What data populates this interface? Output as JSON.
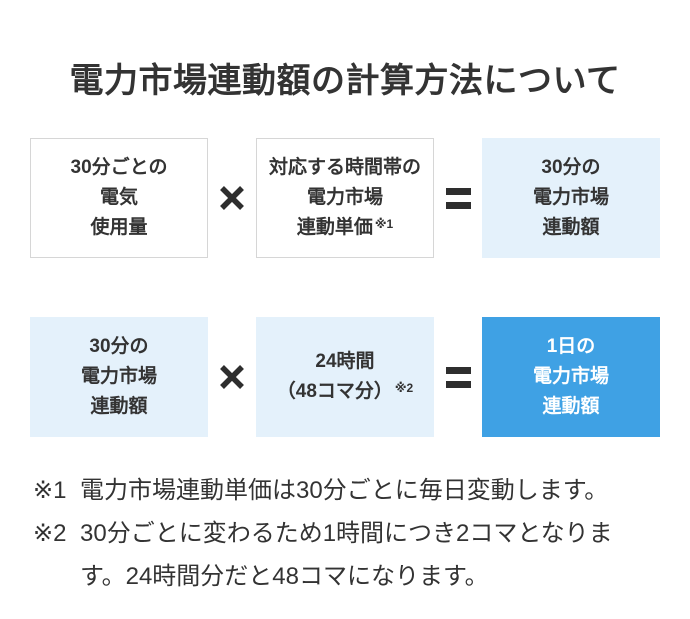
{
  "title": "電力市場連動額の計算方法について",
  "colors": {
    "accent_blue": "#3fa1e4",
    "light_blue": "#e4f1fb",
    "box_border": "#d6d6d6",
    "text": "#333333",
    "result_text": "#ffffff"
  },
  "operators": {
    "multiply": "×",
    "equals": "="
  },
  "formula_rows": [
    {
      "boxes": [
        {
          "style": "outlined",
          "lines": [
            "30分ごとの",
            "電気",
            "使用量"
          ],
          "sup": ""
        },
        {
          "style": "outlined",
          "lines": [
            "対応する時間帯の",
            "電力市場",
            "連動単価"
          ],
          "sup": "※1"
        },
        {
          "style": "light",
          "lines": [
            "30分の",
            "電力市場",
            "連動額"
          ],
          "sup": ""
        }
      ]
    },
    {
      "boxes": [
        {
          "style": "light",
          "lines": [
            "30分の",
            "電力市場",
            "連動額"
          ],
          "sup": ""
        },
        {
          "style": "light",
          "lines": [
            "24時間",
            "（48コマ分）"
          ],
          "sup": "※2"
        },
        {
          "style": "solid",
          "lines": [
            "1日の",
            "電力市場",
            "連動額"
          ],
          "sup": ""
        }
      ]
    }
  ],
  "footnotes": [
    {
      "marker": "※1",
      "lines": [
        "電力市場連動単価は30分ごとに毎日変動します。"
      ]
    },
    {
      "marker": "※2",
      "lines": [
        "30分ごとに変わるため1時間につき2コマとなりま",
        "す。24時間分だと48コマになります。"
      ]
    }
  ]
}
